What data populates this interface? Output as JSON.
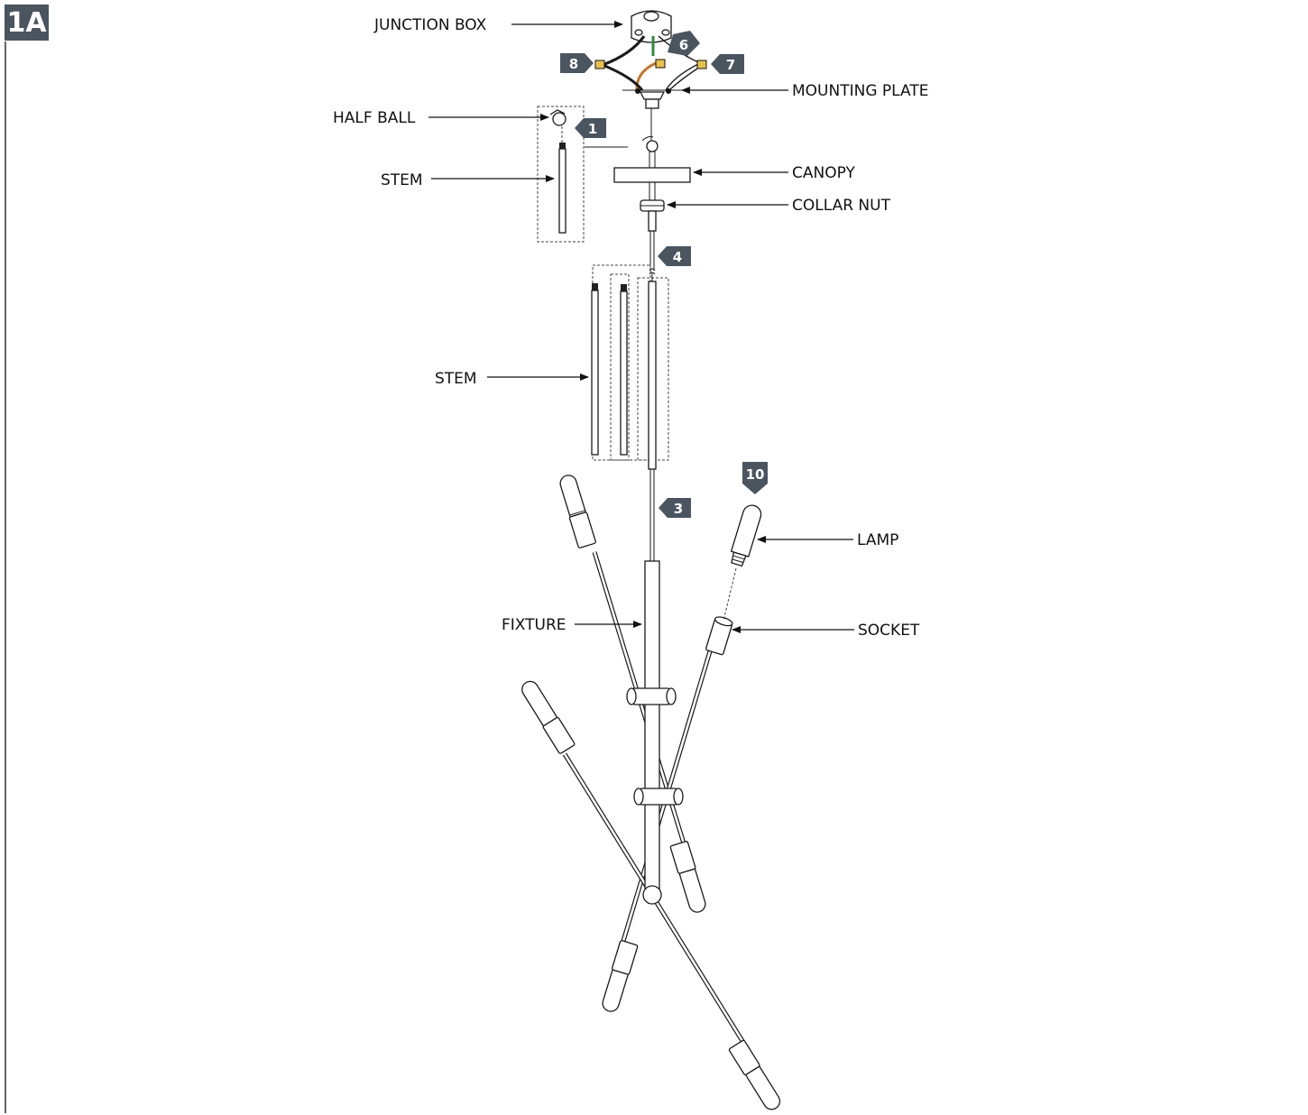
{
  "figure_tag": "1A",
  "colors": {
    "badge": "#4a5560",
    "wire_green": "#2e8b3c",
    "wire_orange": "#c8742a",
    "wire_black": "#1a1a1a",
    "connector_yellow": "#e8c14a"
  },
  "labels": {
    "junction_box": "JUNCTION BOX",
    "mounting_plate": "MOUNTING PLATE",
    "half_ball": "HALF BALL",
    "stem_top": "STEM",
    "canopy": "CANOPY",
    "collar_nut": "COLLAR NUT",
    "stem_main": "STEM",
    "lamp": "LAMP",
    "fixture": "FIXTURE",
    "socket": "SOCKET"
  },
  "steps": {
    "s1": "1",
    "s3": "3",
    "s4": "4",
    "s6": "6",
    "s7": "7",
    "s8": "8",
    "s10": "10"
  }
}
